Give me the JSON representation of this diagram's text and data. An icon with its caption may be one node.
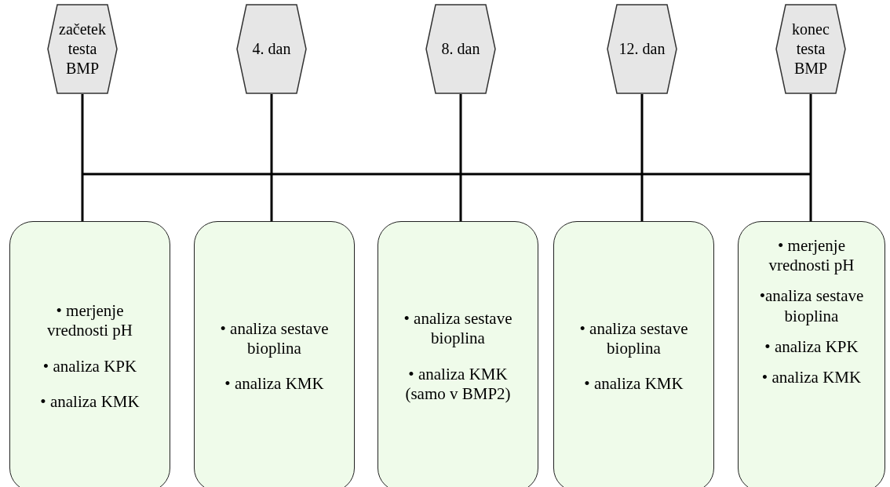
{
  "diagram": {
    "nodes": [
      {
        "text": [
          "začetek testa BMP"
        ]
      },
      {
        "text": [
          "4. dan"
        ]
      },
      {
        "text": [
          "8. dan"
        ]
      },
      {
        "text": [
          "12. dan"
        ]
      },
      {
        "text": [
          "konec testa BMP"
        ]
      },
      {
        "text": [
          "• merjenje vrednosti pH",
          "• analiza KPK",
          "• analiza KMK"
        ]
      },
      {
        "text": [
          "• analiza sestave bioplina",
          "• analiza KMK"
        ]
      },
      {
        "text": [
          "• analiza sestave bioplina",
          "• analiza KMK (samo v BMP2)"
        ]
      },
      {
        "text": [
          "• analiza sestave bioplina",
          "• analiza KMK"
        ]
      },
      {
        "text": [
          "• merjenje vrednosti pH",
          "•analiza sestave bioplina",
          "• analiza KPK",
          "• analiza KMK"
        ]
      }
    ],
    "edges": [
      {
        "from": 0,
        "to": 5,
        "arrow": "none"
      },
      {
        "from": 1,
        "to": 6,
        "arrow": "none"
      },
      {
        "from": 2,
        "to": 7,
        "arrow": "none"
      },
      {
        "from": 3,
        "to": 8,
        "arrow": "none"
      },
      {
        "from": 4,
        "to": 9,
        "arrow": "none"
      }
    ]
  }
}
